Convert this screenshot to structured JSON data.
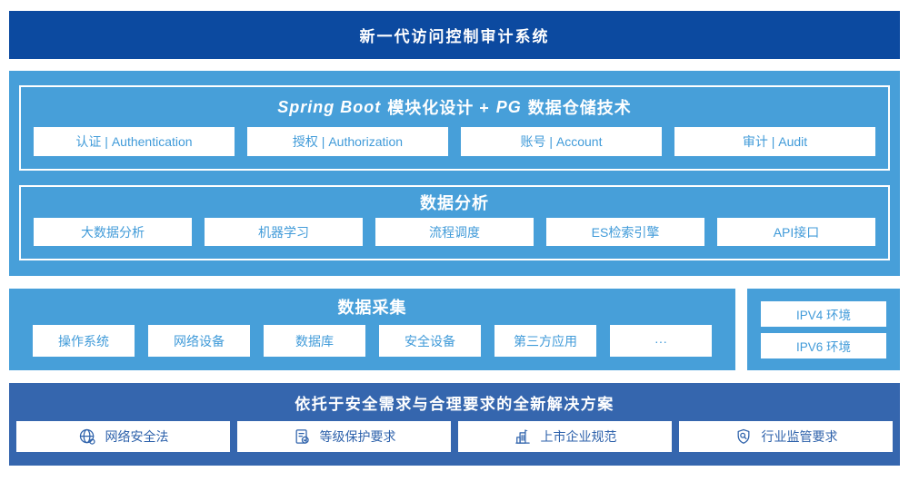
{
  "colors": {
    "banner_bg": "#0c4aa0",
    "light_section_bg": "#479fd9",
    "light_section_box_text": "#419bd9",
    "solution_bg": "#3566ae",
    "solution_box_text": "#2e62ab",
    "box_bg": "#ffffff",
    "title_text": "#ffffff"
  },
  "banner": {
    "title": "新一代访问控制审计系统"
  },
  "architecture": {
    "spring_section": {
      "title_latin_1": "Spring Boot",
      "title_zh_1": "模块化设计 +",
      "title_latin_2": "PG",
      "title_zh_2": "数据仓储技术",
      "modules": [
        {
          "label": "认证 | Authentication"
        },
        {
          "label": "授权 | Authorization"
        },
        {
          "label": "账号 | Account"
        },
        {
          "label": "审计 | Audit"
        }
      ]
    },
    "analysis_section": {
      "title": "数据分析",
      "modules": [
        {
          "label": "大数据分析"
        },
        {
          "label": "机器学习"
        },
        {
          "label": "流程调度"
        },
        {
          "label": "ES检索引擎"
        },
        {
          "label": "API接口"
        }
      ]
    }
  },
  "collection_section": {
    "title": "数据采集",
    "modules": [
      {
        "label": "操作系统"
      },
      {
        "label": "网络设备"
      },
      {
        "label": "数据库"
      },
      {
        "label": "安全设备"
      },
      {
        "label": "第三方应用"
      },
      {
        "label": "···"
      }
    ]
  },
  "environment_panel": {
    "items": [
      {
        "label": "IPV4 环境"
      },
      {
        "label": "IPV6 环境"
      }
    ]
  },
  "solution_section": {
    "title": "依托于安全需求与合理要求的全新解决方案",
    "items": [
      {
        "icon": "globe-icon",
        "label": "网络安全法"
      },
      {
        "icon": "compliance-checklist-icon",
        "label": "等级保护要求"
      },
      {
        "icon": "listed-company-building-icon",
        "label": "上市企业规范"
      },
      {
        "icon": "shield-search-icon",
        "label": "行业监管要求"
      }
    ]
  }
}
